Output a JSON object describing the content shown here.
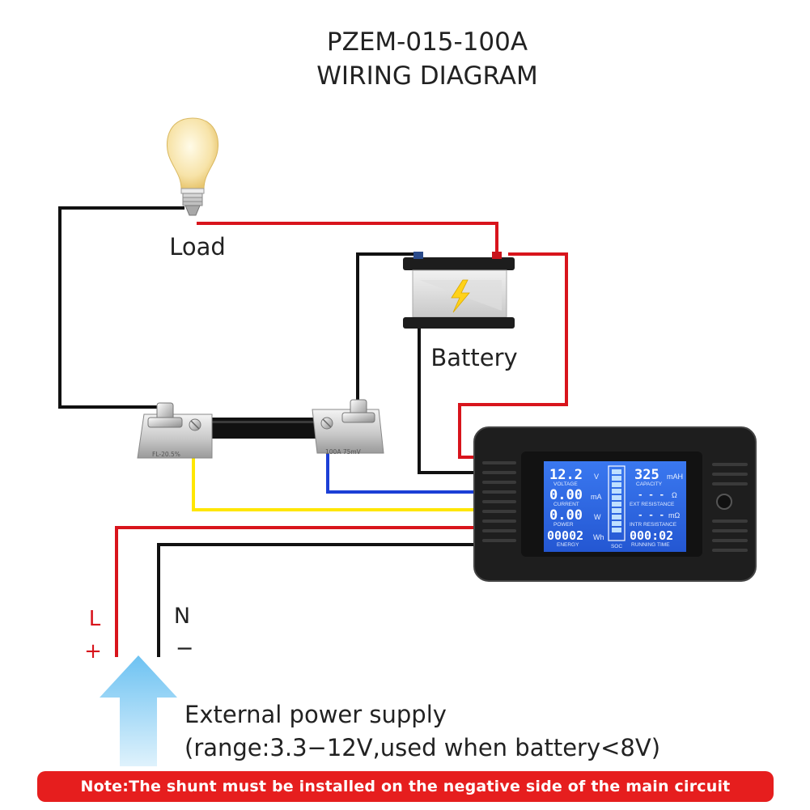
{
  "title": {
    "line1": "PZEM-015-100A",
    "line2": "WIRING  DIAGRAM"
  },
  "labels": {
    "load": "Load",
    "battery": "Battery",
    "live_letter": "L",
    "live_sign": "+",
    "neutral_letter": "N",
    "neutral_sign": "−",
    "supply_line1": "External power supply",
    "supply_line2": "(range:3.3−12V,used when battery<8V)"
  },
  "shunt": {
    "left_text": "FL-20.5%",
    "right_text": "100A 75mV"
  },
  "meter": {
    "voltage_value": "12.2",
    "voltage_unit": "V",
    "voltage_label": "VOLTAGE",
    "current_value": "0.00",
    "current_unit": "mA",
    "current_label": "CURRENT",
    "power_value": "0.00",
    "power_unit": "W",
    "power_label": "POWER",
    "energy_value": "00002",
    "energy_unit": "Wh",
    "energy_label": "ENERGY",
    "capacity_value": "325",
    "capacity_unit": "mAH",
    "capacity_label": "CAPACITY",
    "ext_res_value": "- - -",
    "ext_res_unit": "Ω",
    "ext_res_label": "EXT RESISTANCE",
    "int_res_value": "- - -",
    "int_res_unit": "mΩ",
    "int_res_label": "INTR RESISTANCE",
    "time_value": "000:02",
    "time_label": "RUNNING TIME",
    "soc_label": "SOC"
  },
  "note": "Note:The shunt must be installed on the negative side of the main circuit",
  "colors": {
    "wire_red": "#d8141c",
    "wire_black": "#111111",
    "wire_yellow": "#ffe600",
    "wire_blue": "#1c3fd6",
    "lcd_blue": "#2f6be8",
    "note_red": "#e61e1e",
    "arrow_blue": "#8fd0f5"
  }
}
